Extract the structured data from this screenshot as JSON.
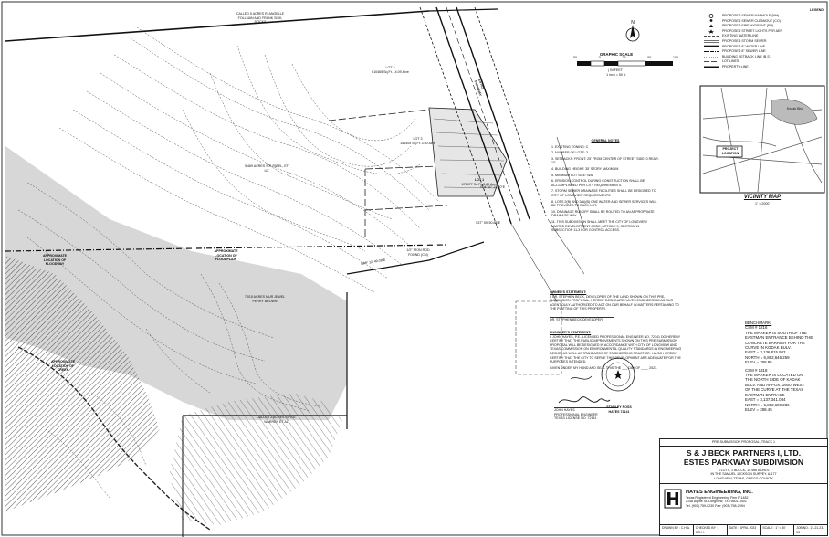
{
  "graphic_scale": {
    "title": "GRAPHIC SCALE",
    "unit_line": "( IN FEET )",
    "scale_line": "1 inch = 50 ft.",
    "ticks": [
      "50",
      "0",
      "25",
      "50",
      "100"
    ]
  },
  "legend": {
    "title": "LEGEND",
    "items": [
      {
        "label": "PROPOSED SEWER MANHOLE (MH)",
        "symbol": "circle"
      },
      {
        "label": "PROPOSED SEWER CLEANOUT (CO)",
        "symbol": "dot"
      },
      {
        "label": "PROPOSED FIRE HYDRANT (FH)",
        "symbol": "hydrant"
      },
      {
        "label": "PROPOSED STREET LIGHTS PER AEP",
        "symbol": "star"
      },
      {
        "label": "EXISTING WATER LINE",
        "symbol": "dash"
      },
      {
        "label": "PROPOSED STORM SEWER",
        "symbol": "double"
      },
      {
        "label": "PROPOSED 8\" WATER LINE",
        "symbol": "thick"
      },
      {
        "label": "PROPOSED 8\" SEWER LINE",
        "symbol": "dashdot"
      },
      {
        "label": "BUILDING SETBACK LINE (B.S.)",
        "symbol": "thin"
      },
      {
        "label": "LOT LINES",
        "symbol": "long-dash"
      },
      {
        "label": "PROPERTY LINE",
        "symbol": "heavy"
      }
    ]
  },
  "vicinity_map": {
    "title": "VICINITY MAP",
    "scale": "1\" = 2000'",
    "project_label": "PROJECT LOCATION",
    "road_label": "Kodak Blvd"
  },
  "general_notes": {
    "title": "GENERAL NOTES",
    "items": [
      "1. EXISTING ZONING: C",
      "2. NUMBER OF LOTS: 3",
      "3. SETBACKS: FRONT: 25' FROM CENTER OF STREET SIDE: 0  REAR: 10'",
      "4. BUILDING HEIGHT: 35' STORY MAXIMUM",
      "5. MINIMUM LOT SIZE: N/A",
      "6. EROSION CONTROL DURING CONSTRUCTION SHALL BE ACCOMPLISHED PER CITY REQUIREMENTS.",
      "7. STORM SEWER DRAINAGE FACILITIES SHALL BE DESIGNED TO CITY OF LONGVIEW REQUIREMENTS.",
      "8. LOTS 2(B) AND 3(A)(B) ONE WATER AND SEWER SERVICES WILL BE PROVIDED TO EACH LOT.",
      "10. DRAINAGE RUNOFF SHALL BE ROUTED TO AN APPROPRIATE DRAINAGE WAY.",
      "11. THIS SUBDIVISION SHALL MEET THE CITY OF LONGVIEW LIMITED DEVELOPMENT CODE, ARTICLE II, SECTION 11 SUBSECTION 11-3 FOR CONTROL ACCESS."
    ]
  },
  "owners_statement": {
    "title": "OWNER'S STATEMENT:",
    "body": "I, DR. STEPHEN BECK, DEVELOPER OF THE LAND SHOWN ON THIS PRE-SUBMISSION PROPOSAL, HEREBY DESIGNATE HAYES ENGINEERING AS OUR AGENT DULY AUTHORIZED TO ACT ON OUR BEHALF IN MATTERS PERTAINING TO THE PLATTING OF THIS PROPERTY.",
    "signer": "DR. STEPHEN BECK DEVELOPER"
  },
  "engineers_statement": {
    "title": "ENGINEER'S STATEMENT:",
    "body": "I, JOHN HAYES, P.E., LICENSED PROFESSIONAL ENGINEER NO. 72141 DO HEREBY CERTIFY THAT THE PUBLIC IMPROVEMENTS SHOWN ON THIS PRE-SUBMISSION PROPOSAL WILL BE DESIGNED IN ACCORDANCE WITH CITY OF LONGVIEW AND TEXAS COMMISSION ON ENVIRONMENTAL QUALITY STANDARDS IN ENGINEERING DESIGN AS WELL AS STANDARDS OF ENGINEERING PRACTICE. I ALSO HEREBY CERTIFY THAT THE CITY TO SERVE THIS DEVELOPMENT ARE ADEQUATE FOR THE PURPOSES INTENDED.",
    "given": "GIVEN UNDER MY HAND AND SEAL THIS THE ___ DAY OF ____ 2023.",
    "signer_name": "JOHN HAYES",
    "signer_title": "PROFESSIONAL ENGINEER",
    "license": "TEXAS LICENSE NO. 72141",
    "seal": "STANLEY ROSS HAYES 72141"
  },
  "benchmark": {
    "title": "BENCHMARK:",
    "b1": [
      "CSM # 1216",
      "THE MARKER IS SOUTH OF THE",
      "EASTMAN ENTRANCE BEHIND THE",
      "CONCRETE BARRIER FOR THE",
      "CURVE IN KODAK BULV.",
      "EAST = 3,136,815.983",
      "NORTH = 6,862,646.259",
      "ELEV = 288.85"
    ],
    "b2": [
      "CSM # 1318",
      "THE MARKER IS LOCATED ON",
      "THE NORTH SIDE OF KADAK",
      "BULV. AND APPOX. 1600' WEST",
      "OF THE CURVE AT THE TEXAS",
      "EASTMAN ENTRACE",
      "EAST = 3,137,341.084",
      "NORTH = 6,862,609.236",
      "ELEV = 288.45"
    ]
  },
  "title_block": {
    "proposal": "PRE-SUBMISSION PROPOSAL, TRACK 1",
    "name1": "S & J BECK PARTNERS I, LTD.",
    "name2": "ESTES PARKWAY SUBDIVISION",
    "line1": "3 LOTS, 1 BLOCK, 15.986 ACRES",
    "line2": "IN THE SAMUEL JACKSON SURVEY, A-177",
    "line3": "LONGVIEW, TEXAS, GREGG COUNTY",
    "firm": "HAYES ENGINEERING, INC.",
    "firm_line1": "Texas Registered Engineering Firm F-1482",
    "firm_line2": "2148 Alpine St. Longview, TX 75601-3401",
    "firm_line3": "Tel. (903) 759-0230 Fax: (903) 758-2094",
    "drawn": "DRAWN BY : C.H.A.",
    "checked": "CHECKED BY : S.R.H.",
    "date": "DATE : APRIL 2023",
    "scale": "SCALE : 1\" = 50'",
    "job": "JOB NO.: 21-21-23-03"
  },
  "map_labels": {
    "lot1": "LOT 1",
    "lot1_area": "671477 Sq.Ft. 3.85 Acre",
    "lot2": "LOT 2",
    "lot2_area": "610465 Sq.Ft. 14.09 Acre",
    "lot3": "LOT 3",
    "lot3_area": "156405 Sq.Ft. 3.60 Acre",
    "tract": "5.469 ACRES S.P. PATEL, ET UX",
    "tract2": "7.015 ACRES MUR JEWEL PERRY BROWN",
    "floodplain": "APPROXIMATE LOCATION OF FLOODPLAIN",
    "floodway": "APPROXIMATE LOCATION OF FLOODWAY",
    "creek": "APPROXIMATE LOCATION OF CREEK",
    "parkway": "ESTES PARKWAY",
    "road": "EXISTING ROAD",
    "iron_rod": "1/2\" IRON ROD FOUND (CM)",
    "bearing1": "N89° 12' 49.08\"E",
    "bearing2": "S04° 47' 22.20\"E",
    "bearing3": "S37° 59' 50.85\"E",
    "adjacent_top": "CALLED 5 ACRES R. ANGELLE FOLLMAN AND FRANK SISK, DOCKS",
    "adjacent_bottom": "CALLED 2 ACRES STYLE WARREN ET AL"
  }
}
